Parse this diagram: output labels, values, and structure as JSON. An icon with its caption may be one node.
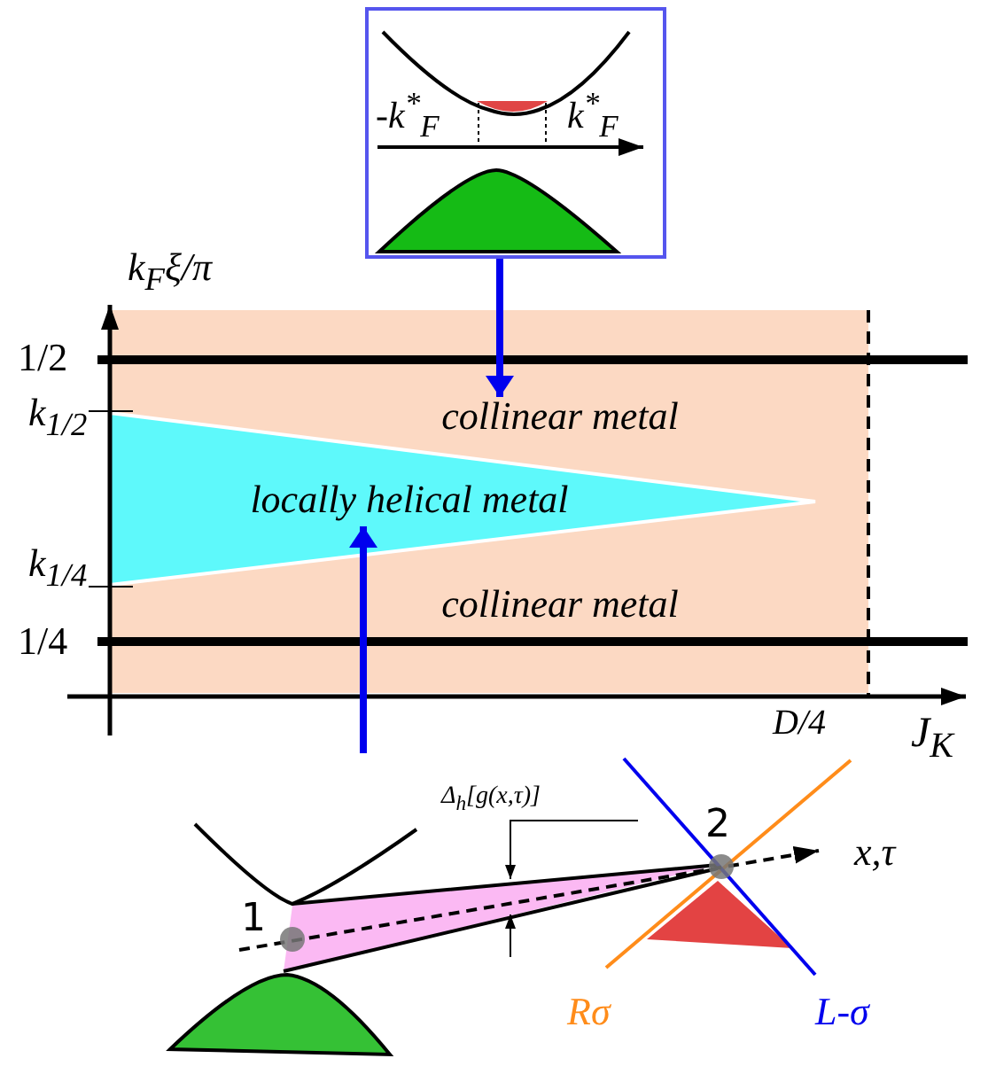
{
  "diagram": {
    "nodes": [
      {
        "text": [
          "-k$^{*}$$_{F}$",
          "k$^{*}$$_{F}$"
        ]
      },
      {
        "text": [
          "collinear metal"
        ]
      },
      {
        "text": [
          "locally helical metal"
        ]
      },
      {
        "text": [
          "collinear metal"
        ]
      },
      {
        "text": [],
        "shape": "picture"
      }
    ],
    "edges": [
      {
        "from": 0,
        "to": 1,
        "arrow": "to"
      },
      {
        "from": 4,
        "to": 2,
        "arrow": "to"
      }
    ],
    "labels": [
      "k$_{F}$ξ/π",
      "1/2",
      "k$_{1/2}$",
      "k$_{1/4}$",
      "1/4",
      "D/4",
      "J$_{K}$",
      "Δ$_{h}$[g(x,τ)]",
      "2",
      "x,τ",
      "1",
      "Rσ",
      "L-σ"
    ]
  }
}
